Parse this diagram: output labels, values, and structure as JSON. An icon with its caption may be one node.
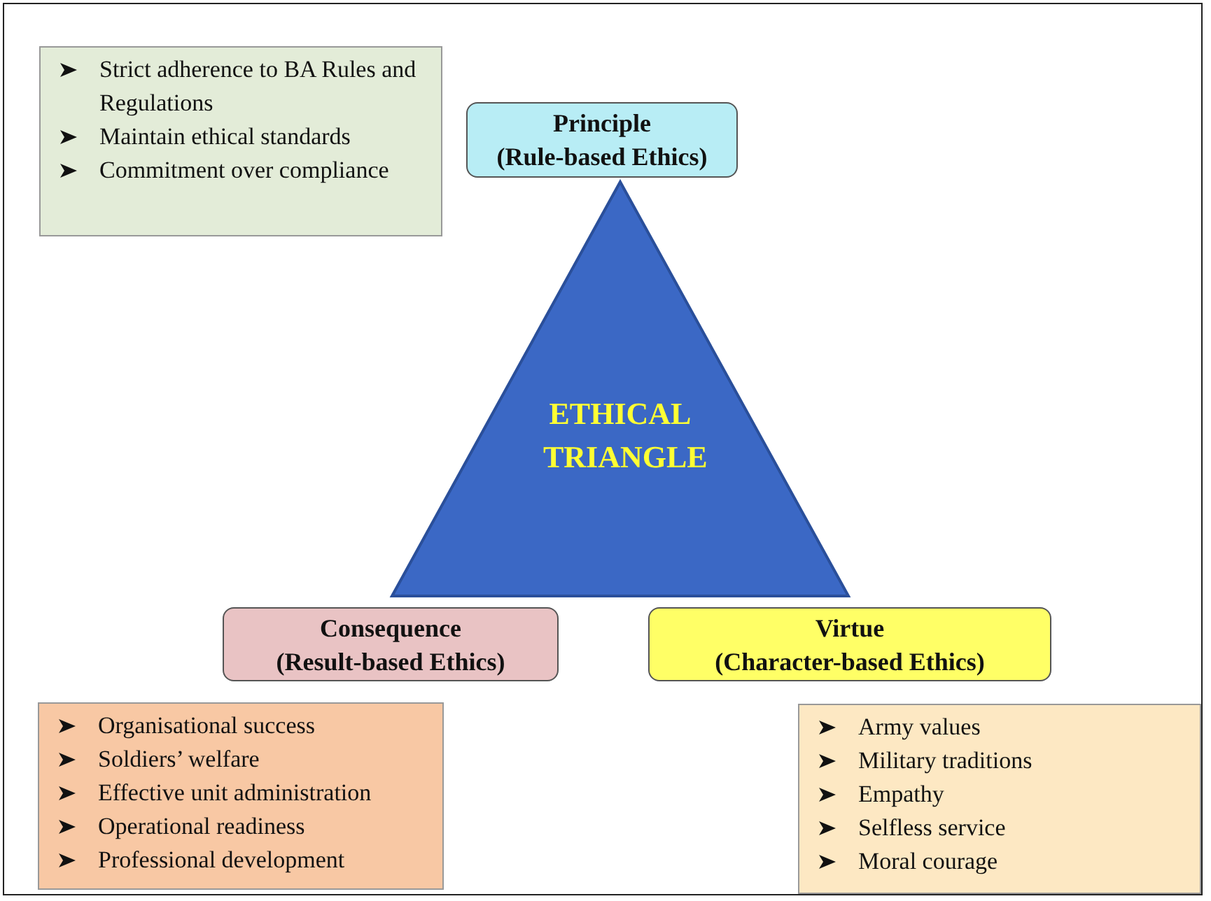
{
  "diagram": {
    "nodes": [
      {
        "text": [
          "Strict adherence to BA Rules and Regulations",
          "Maintain ethical standards",
          "Commitment over compliance"
        ]
      },
      {
        "text": [
          "Principle",
          "(Rule-based Ethics)"
        ]
      },
      {
        "text": [
          "ETHICAL TRIANGLE"
        ]
      },
      {
        "text": [
          "Consequence",
          "(Result-based Ethics)"
        ]
      },
      {
        "text": [
          "Virtue",
          "(Character-based Ethics)"
        ]
      },
      {
        "text": [
          "Organisational success",
          "Soldiers’ welfare",
          "Effective unit administration",
          "Operational readiness",
          "Professional development"
        ]
      },
      {
        "text": [
          "Army values",
          "Military traditions",
          "Empathy",
          "Selfless service",
          "Moral courage"
        ]
      }
    ]
  }
}
